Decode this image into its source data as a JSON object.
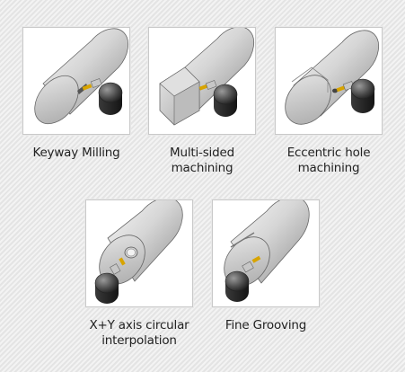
{
  "items": [
    {
      "label_lines": [
        "Keyway Milling"
      ],
      "icon": "keyway-milling-icon"
    },
    {
      "label_lines": [
        "Multi-sided",
        "machining"
      ],
      "icon": "multi-sided-machining-icon"
    },
    {
      "label_lines": [
        "Eccentric hole",
        "machining"
      ],
      "icon": "eccentric-hole-machining-icon"
    },
    {
      "label_lines": [
        "X+Y axis circular",
        "interpolation"
      ],
      "icon": "xy-circular-interpolation-icon"
    },
    {
      "label_lines": [
        "Fine Grooving"
      ],
      "icon": "fine-grooving-icon"
    }
  ]
}
